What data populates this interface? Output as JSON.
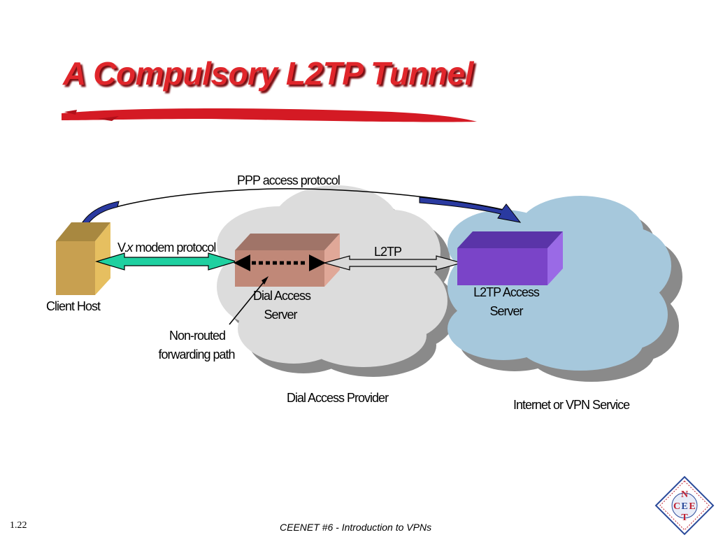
{
  "slide": {
    "title": "A Compulsory L2TP Tunnel",
    "page_number": "1.22",
    "footer": "CEENET #6 - Introduction to VPNs"
  },
  "diagram": {
    "ppp_label": "PPP access protocol",
    "modem_label_prefix": "V.",
    "modem_label_italic": "x",
    "modem_label_suffix": " modem protocol",
    "l2tp_label": "L2TP",
    "client_host": "Client Host",
    "das_line1": "Dial Access",
    "das_line2": "Server",
    "lns_line1": "L2TP Access",
    "lns_line2": "Server",
    "nonrouted_line1": "Non-routed",
    "nonrouted_line2": "forwarding path",
    "provider_label": "Dial Access Provider",
    "service_label": "Internet or VPN Service"
  },
  "logo": {
    "letter_n": "N",
    "letter_c": "C",
    "letter_e1": "E",
    "letter_e2": "E",
    "letter_t": "T"
  },
  "colors": {
    "title": "#e0262b",
    "client_box": "#c8a050",
    "das_box": "#c08878",
    "lns_box": "#7a44c8",
    "cloud_left": "#dcdcdc",
    "cloud_right": "#a6c8dc",
    "modem_arrow": "#1fd0a0",
    "ppp_arrow": "#2a3aa0"
  }
}
